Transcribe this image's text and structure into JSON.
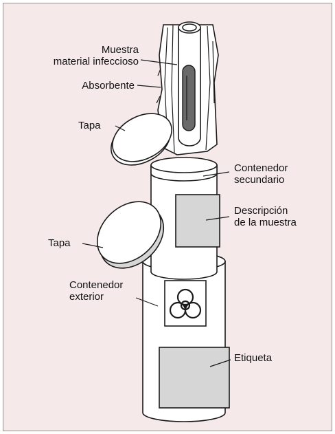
{
  "colors": {
    "background": "#f6e9ea",
    "outline": "#1a1a1a",
    "fill": "#ffffff",
    "shade": "#d6d6d6",
    "dark": "#6a6a6a"
  },
  "labels": {
    "muestra_line1": "Muestra",
    "muestra_line2": "material infeccioso",
    "absorbente": "Absorbente",
    "tapa_top": "Tapa",
    "tapa_bottom": "Tapa",
    "contenedor_sec_line1": "Contenedor",
    "contenedor_sec_line2": "secundario",
    "descripcion_line1": "Descripción",
    "descripcion_line2": "de la muestra",
    "contenedor_ext_line1": "Contenedor",
    "contenedor_ext_line2": "exterior",
    "etiqueta": "Etiqueta"
  },
  "icons": {
    "biohazard": "biohazard-icon"
  }
}
